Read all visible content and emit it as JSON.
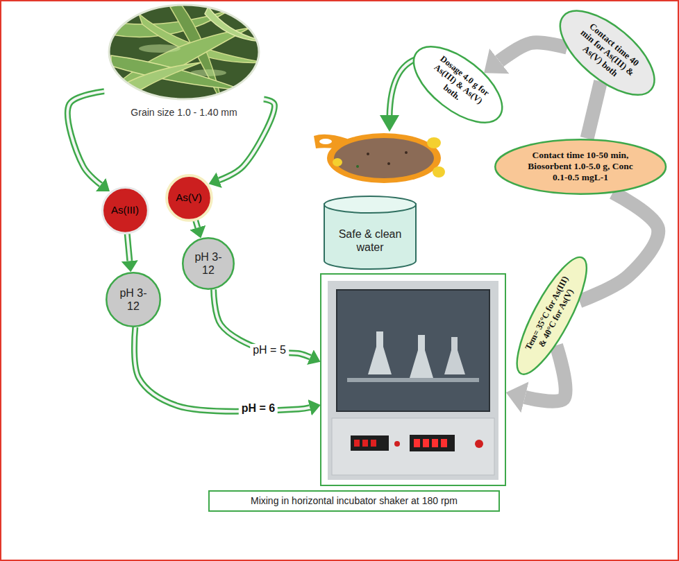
{
  "diagram": {
    "nodes": [
      {
        "text": [
          "Grain size 1.0 - 1.40 mm"
        ]
      },
      {
        "text": [
          "As(III)"
        ]
      },
      {
        "text": [
          "As(V)"
        ]
      },
      {
        "text": [
          "pH 3-12"
        ]
      },
      {
        "text": [
          "pH 3-12"
        ]
      },
      {
        "text": [
          "Safe & clean water"
        ]
      },
      {
        "text": [
          "Mixing in horizontal incubator shaker at 180 rpm"
        ]
      },
      {
        "text": [
          "Dosage 4.0 g for As(III) & As(V) both."
        ]
      },
      {
        "text": [
          "Contact time 40 min for As(III) & As(V) both"
        ]
      },
      {
        "text": [
          "Contact time 10-50 min, Biosorbent 1.0-5.0 g, Conc 0.1-0.5 mgL-1"
        ]
      },
      {
        "text": [
          "Tem= 35°C for As(III) & 40°C for As(V)"
        ]
      }
    ],
    "edges": [
      {
        "from": 0,
        "to": 1,
        "arrow": "to"
      },
      {
        "from": 0,
        "to": 2,
        "arrow": "to"
      },
      {
        "from": 1,
        "to": 3,
        "arrow": "to"
      },
      {
        "from": 2,
        "to": 4,
        "arrow": "to"
      },
      {
        "from": 4,
        "to": 6,
        "arrow": "to",
        "label": "pH = 5"
      },
      {
        "from": 3,
        "to": 6,
        "arrow": "to",
        "label": "pH = 6"
      },
      {
        "from": 9,
        "to": 8,
        "arrow": "none"
      },
      {
        "from": 8,
        "to": 7,
        "arrow": "to"
      },
      {
        "from": 9,
        "to": 10,
        "arrow": "none"
      },
      {
        "from": 10,
        "to": 6,
        "arrow": "to"
      }
    ]
  }
}
